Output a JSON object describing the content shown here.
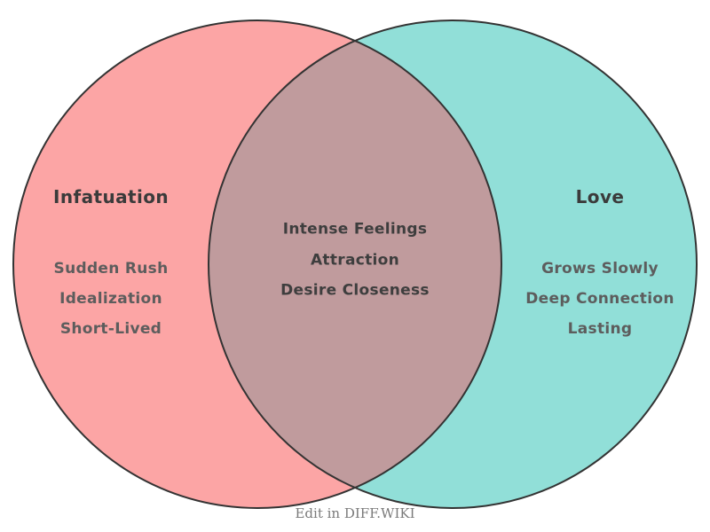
{
  "diagram": {
    "type": "venn",
    "left": {
      "title": "Infatuation",
      "items": [
        "Sudden Rush",
        "Idealization",
        "Short-Lived"
      ],
      "fill": "#FCA5A5"
    },
    "right": {
      "title": "Love",
      "items": [
        "Grows Slowly",
        "Deep Connection",
        "Lasting"
      ],
      "fill": "#91DFD8"
    },
    "overlap": {
      "items": [
        "Intense Feelings",
        "Attraction",
        "Desire Closeness"
      ],
      "fill": "#C09B9D"
    },
    "outline_color": "#333333",
    "footer": "Edit in DIFF.WIKI"
  }
}
